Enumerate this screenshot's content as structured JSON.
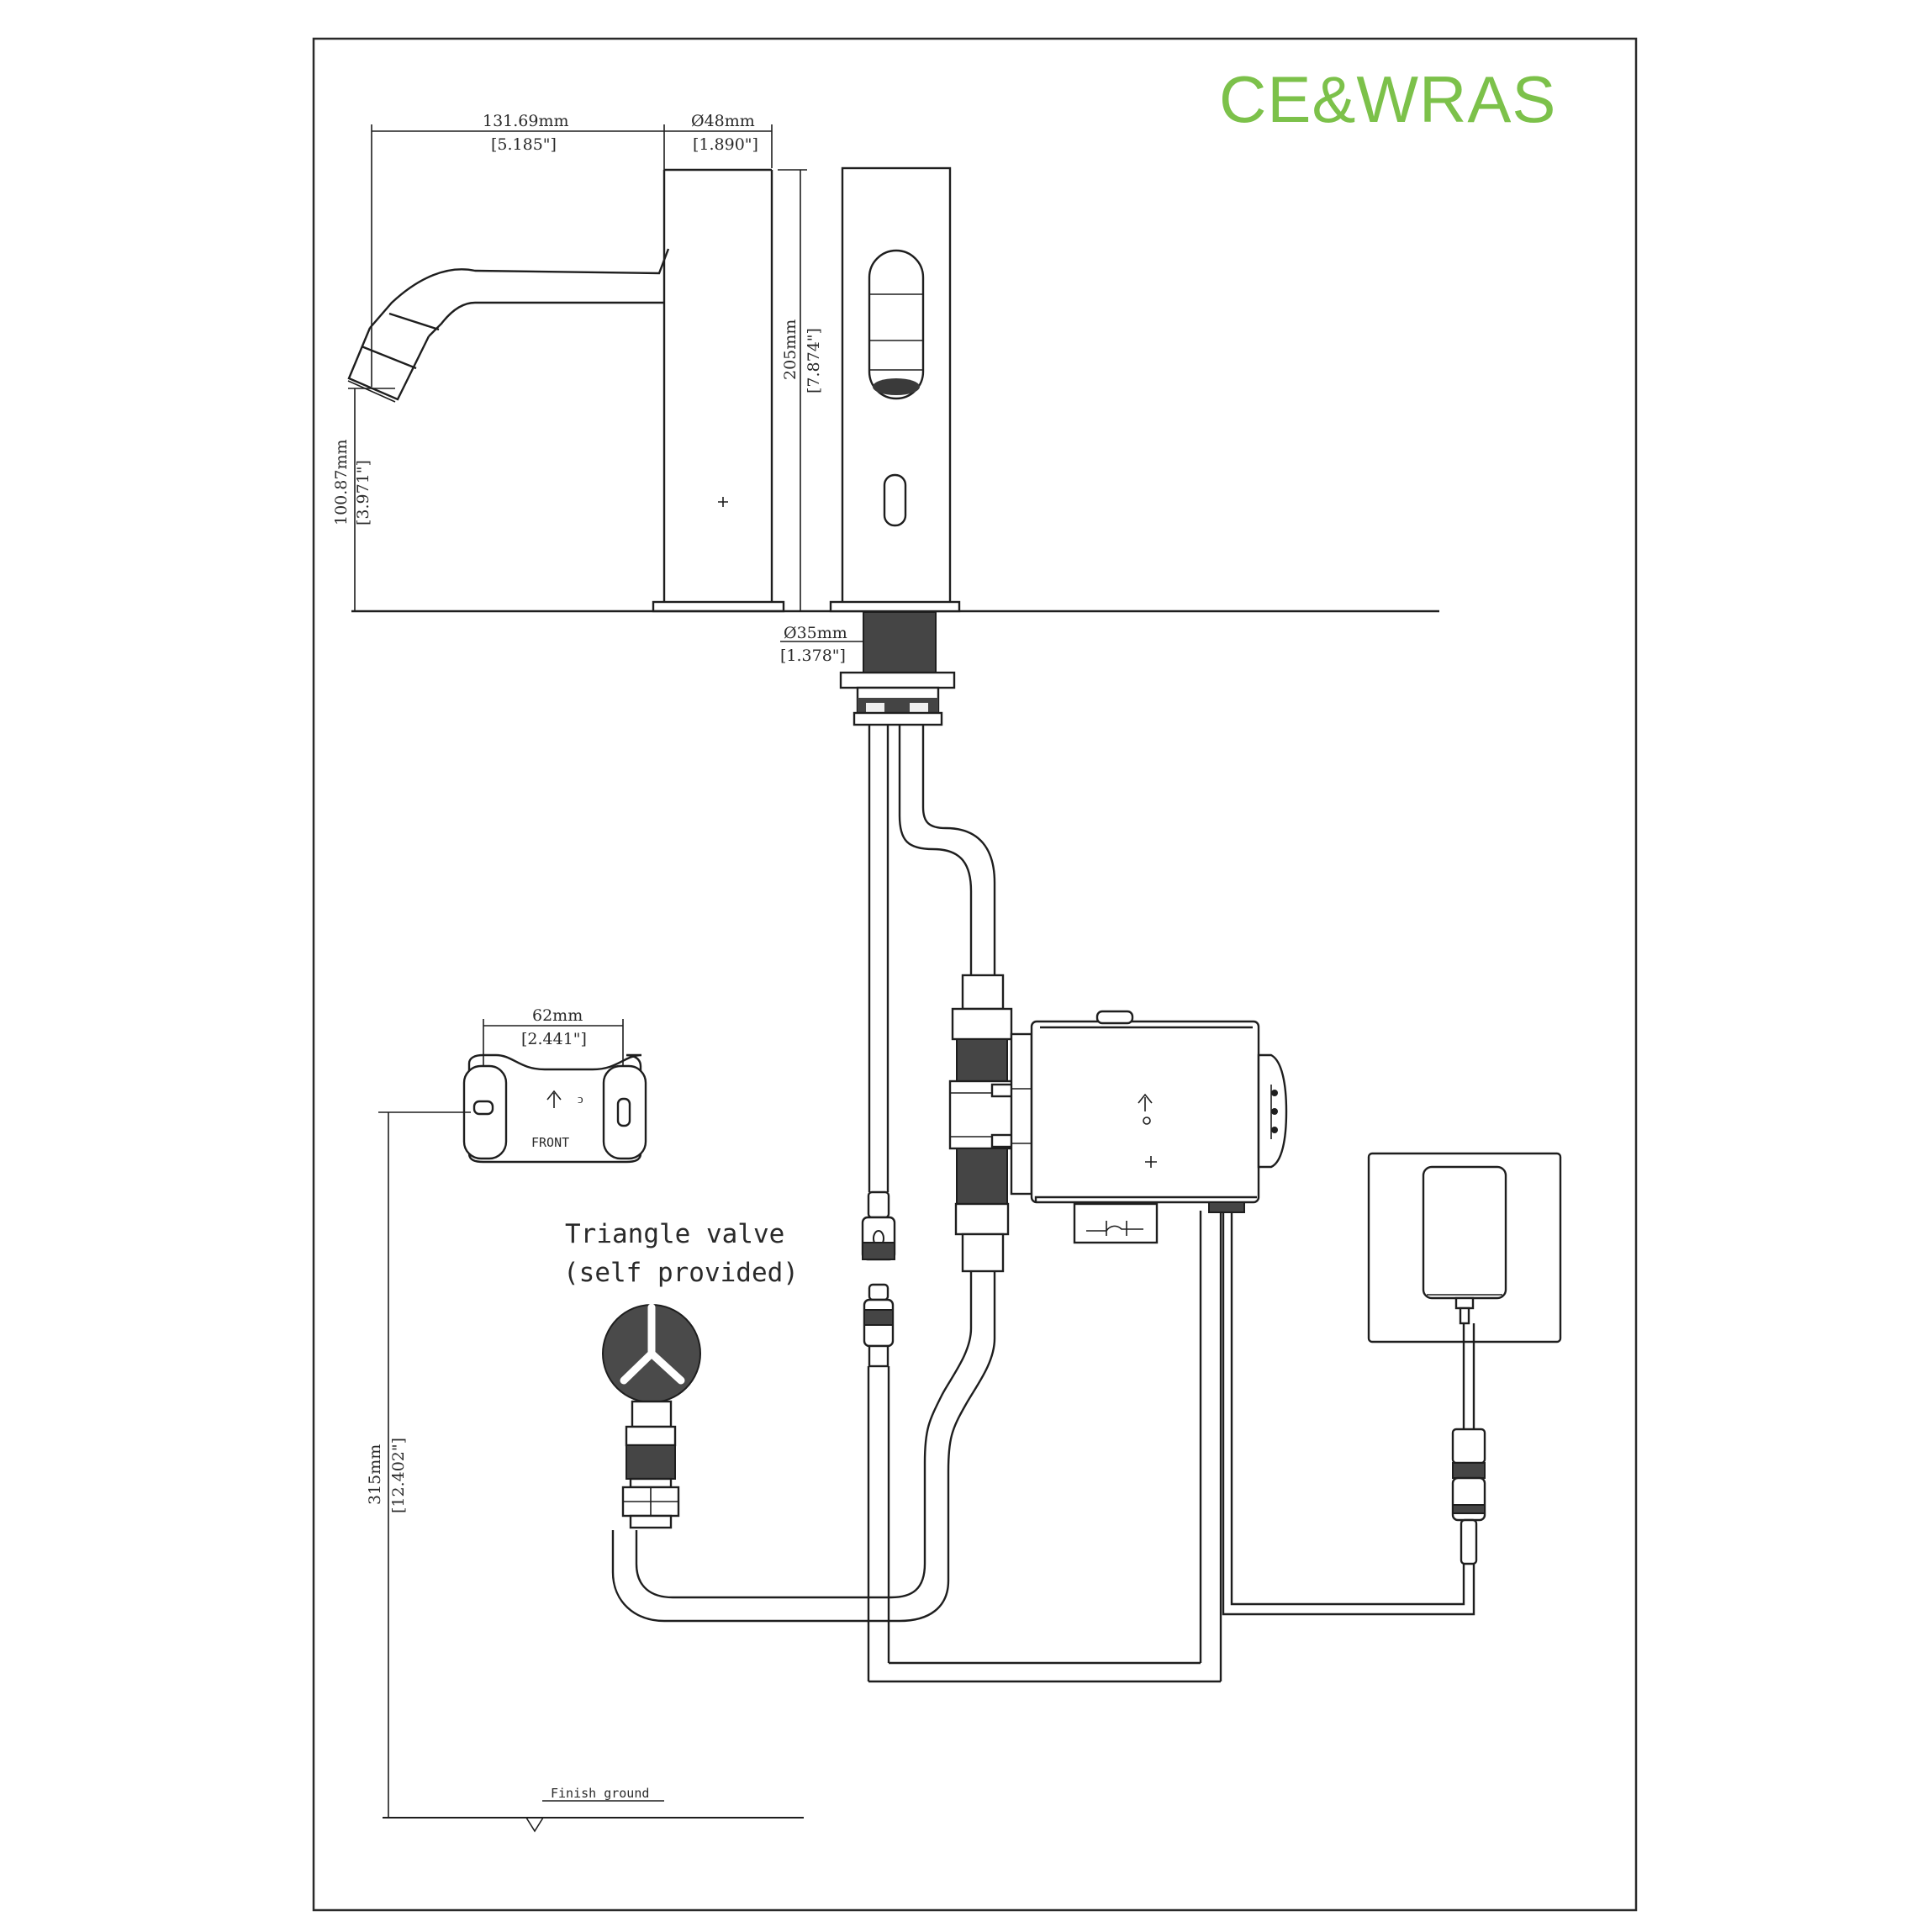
{
  "brand": {
    "text": "CE&WRAS",
    "color": "#7cc14a"
  },
  "dimensions": {
    "spout_reach": {
      "mm": "131.69mm",
      "inch": "[5.185\"]"
    },
    "body_diameter": {
      "mm": "Ø48mm",
      "inch": "[1.890\"]"
    },
    "tap_height": {
      "mm": "205mm",
      "inch": "[7.874\"]"
    },
    "spout_height": {
      "mm": "100.87mm",
      "inch": "[3.971\"]"
    },
    "shank_diameter": {
      "mm": "Ø35mm",
      "inch": "[1.378\"]"
    },
    "bracket_width": {
      "mm": "62mm",
      "inch": "[2.441\"]"
    },
    "mount_height": {
      "mm": "315mm",
      "inch": "[12.402\"]"
    }
  },
  "labels": {
    "triangle_valve_line1": "Triangle valve",
    "triangle_valve_line2": "(self provided)",
    "finish_ground": "Finish ground",
    "bracket_text": "FRONT"
  }
}
